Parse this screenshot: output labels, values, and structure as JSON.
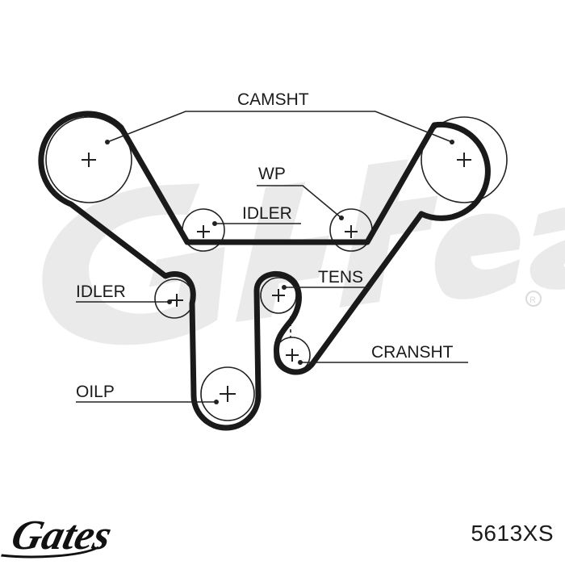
{
  "labels": {
    "camshaft_top": "CAMSHT",
    "water_pump": "WP",
    "idler_upper": "IDLER",
    "idler_left": "IDLER",
    "tensioner": "TENS",
    "crankshaft": "CRANSHT",
    "oil_pump": "OILP"
  },
  "footer": {
    "logo_text": "Gates",
    "part_number": "5613XS"
  },
  "colors": {
    "ink": "#1a1a1a",
    "watermark": "#e6e6e6"
  }
}
